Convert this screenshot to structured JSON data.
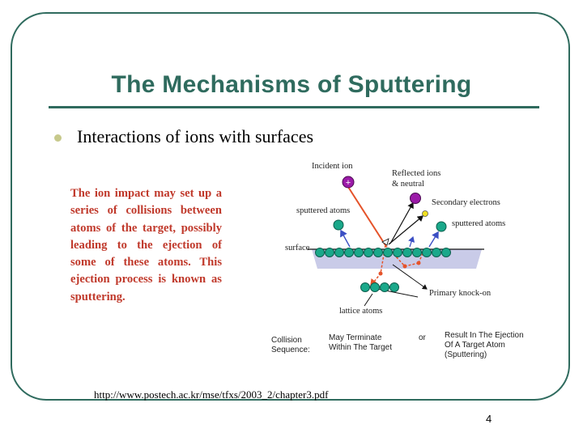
{
  "slide": {
    "title": "The Mechanisms of Sputtering",
    "bullet": "Interactions of ions with surfaces",
    "paragraph": "The ion impact may set up a series of collisions between atoms of the target, possibly leading to the ejection of some of these atoms. This ejection process is known as sputtering.",
    "source_url": "http://www.postech.ac.kr/mse/tfxs/2003_2/chapter3.pdf",
    "page_number": "4"
  },
  "diagram": {
    "labels": {
      "incident_ion": "Incident ion",
      "reflected_ions_1": "Reflected ions",
      "reflected_ions_2": "& neutral",
      "secondary_electrons": "Secondary electrons",
      "sputtered_atoms_left": "sputtered atoms",
      "sputtered_atoms_right": "sputtered atoms",
      "surface": "surface",
      "primary_knock_on": "Primary knock-on",
      "lattice_atoms": "lattice atoms"
    },
    "ion_symbol": "+",
    "caption": {
      "col1_line1": "Collision",
      "col1_line2": "Sequence:",
      "col2_line1": "May Terminate",
      "col2_line2": "Within The Target",
      "col3": "or",
      "col4_line1": "Result In The Ejection",
      "col4_line2": "Of A Target Atom",
      "col4_line3": "(Sputtering)"
    },
    "colors": {
      "atom": "#1aa88a",
      "ion": "#9b1aa8",
      "electron": "#f0e020",
      "arrow": "#3b4fc4",
      "ion_path": "#e5532a",
      "target": "#c9cbe8"
    }
  }
}
